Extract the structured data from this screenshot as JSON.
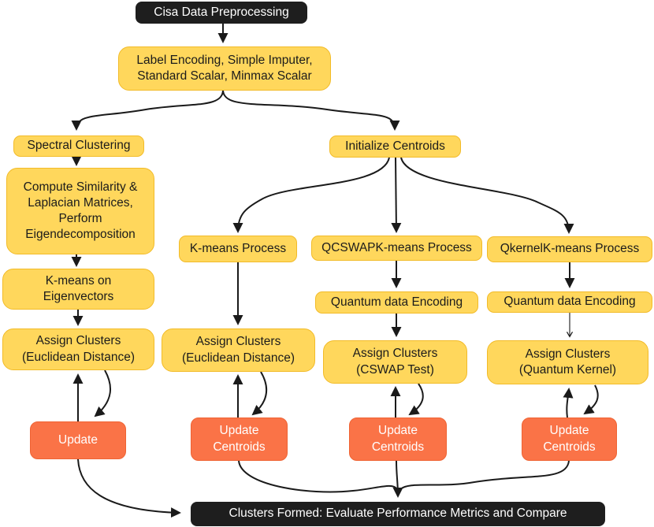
{
  "diagram": {
    "colors": {
      "process_fill": "#FFD75C",
      "process_border": "#F2BB28",
      "update_fill": "#FA7347",
      "update_border": "#EF6333",
      "terminal_fill": "#1E1E1E",
      "terminal_text": "#FFFFFF",
      "arrow": "#1A1A1A"
    },
    "nodes": {
      "cisa": {
        "label": "Cisa Data Preprocessing"
      },
      "preprocessing": {
        "label": "Label Encoding, Simple Imputer, Standard Scalar, Minmax Scalar"
      },
      "spectral": {
        "label": "Spectral Clustering"
      },
      "initialize_centroids": {
        "label": "Initialize Centroids"
      },
      "compute_similarity": {
        "label": "Compute Similarity & Laplacian Matrices, Perform Eigendecomposition"
      },
      "kmeans_eigenvectors": {
        "label": "K-means on Eigenvectors"
      },
      "assign_spectral": {
        "label": "Assign Clusters (Euclidean Distance)"
      },
      "kmeans_process": {
        "label": "K-means Process"
      },
      "qcswap_process": {
        "label": "QCSWAPK-means Process"
      },
      "qkernel_process": {
        "label": "QkernelK-means Process"
      },
      "quantum_encoding_cswap": {
        "label": "Quantum data Encoding"
      },
      "quantum_encoding_kernel": {
        "label": "Quantum data Encoding"
      },
      "assign_kmeans": {
        "label": "Assign Clusters (Euclidean Distance)"
      },
      "assign_cswap": {
        "label": "Assign Clusters (CSWAP Test)"
      },
      "assign_kernel": {
        "label": "Assign Clusters (Quantum Kernel)"
      },
      "update_spectral": {
        "label": "Update"
      },
      "update_kmeans": {
        "label": "Update Centroids"
      },
      "update_cswap": {
        "label": "Update Centroids"
      },
      "update_kernel": {
        "label": "Update Centroids"
      },
      "clusters_formed": {
        "label": "Clusters Formed: Evaluate Performance Metrics and Compare"
      }
    }
  }
}
